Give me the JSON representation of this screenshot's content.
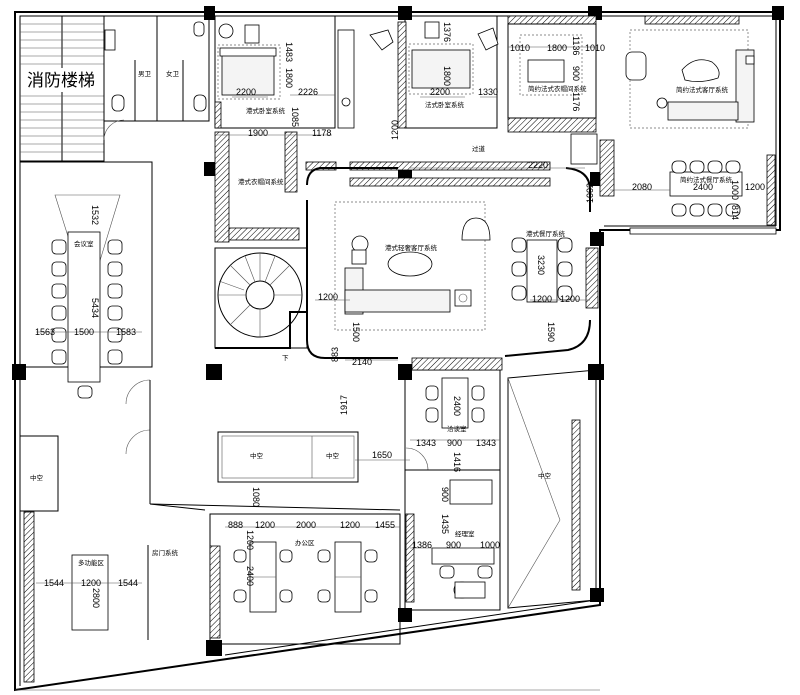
{
  "rooms": {
    "stairs": "消防楼梯",
    "male_wc": "男卫",
    "female_wc": "女卫",
    "hk_bedroom": "港式卧室系统",
    "fr_bedroom": "法式卧室系统",
    "fr_wardrobe": "简约法式衣帽间系统",
    "fr_living": "简约法式客厅系统",
    "hk_wardrobe": "港式衣帽间系统",
    "corridor": "过道",
    "fr_dining": "简约法式餐厅系统",
    "meeting": "会议室",
    "hk_living": "港式轻奢客厅系统",
    "hk_dining": "港式餐厅系统",
    "void_left": "中空",
    "void_a": "中空",
    "void_b": "中空",
    "void_right": "中空",
    "nego": "洽谈室",
    "office": "办公区",
    "manager": "经理室",
    "multi": "多功能区",
    "door_sys": "房门系统",
    "down": "下"
  },
  "dims": {
    "d1483": "1483",
    "d1800a": "1800",
    "d2200a": "2200",
    "d2226": "2226",
    "d1085": "1085",
    "d1376": "1376",
    "d1800b": "1800",
    "d2200b": "2200",
    "d1330": "1330",
    "d1010a": "1010",
    "d1800c": "1800",
    "d1010b": "1010",
    "d1136": "1136",
    "d900a": "900",
    "d1176": "1176",
    "d1900": "1900",
    "d1178": "1178",
    "d1200a": "1200",
    "d2220": "2220",
    "d2080": "2080",
    "d2400a": "2400",
    "d1000a": "1000",
    "d1200b": "1200",
    "d814": "814",
    "d1002": "1002",
    "d1532": "1532",
    "d5434": "5434",
    "d1563": "1563",
    "d1500a": "1500",
    "d1583": "1583",
    "d3230": "3230",
    "d1200c": "1200",
    "d1200d": "1200",
    "d1200e": "1200",
    "d1500b": "1500",
    "d1590": "1590",
    "d2140": "2140",
    "d883": "883",
    "d1917": "1917",
    "d2400b": "2400",
    "d1343a": "1343",
    "d900b": "900",
    "d1343b": "1343",
    "d1416": "1416",
    "d1650": "1650",
    "d900c": "900",
    "d1080": "1080",
    "d888": "888",
    "d1200f": "1200",
    "d2000": "2000",
    "d1200g": "1200",
    "d1455": "1455",
    "d1435": "1435",
    "d1386": "1386",
    "d900d": "900",
    "d1000b": "1000",
    "d1200h": "1200",
    "d2400c": "2400",
    "d1544a": "1544",
    "d1200i": "1200",
    "d2800": "2800",
    "d1544b": "1544"
  }
}
